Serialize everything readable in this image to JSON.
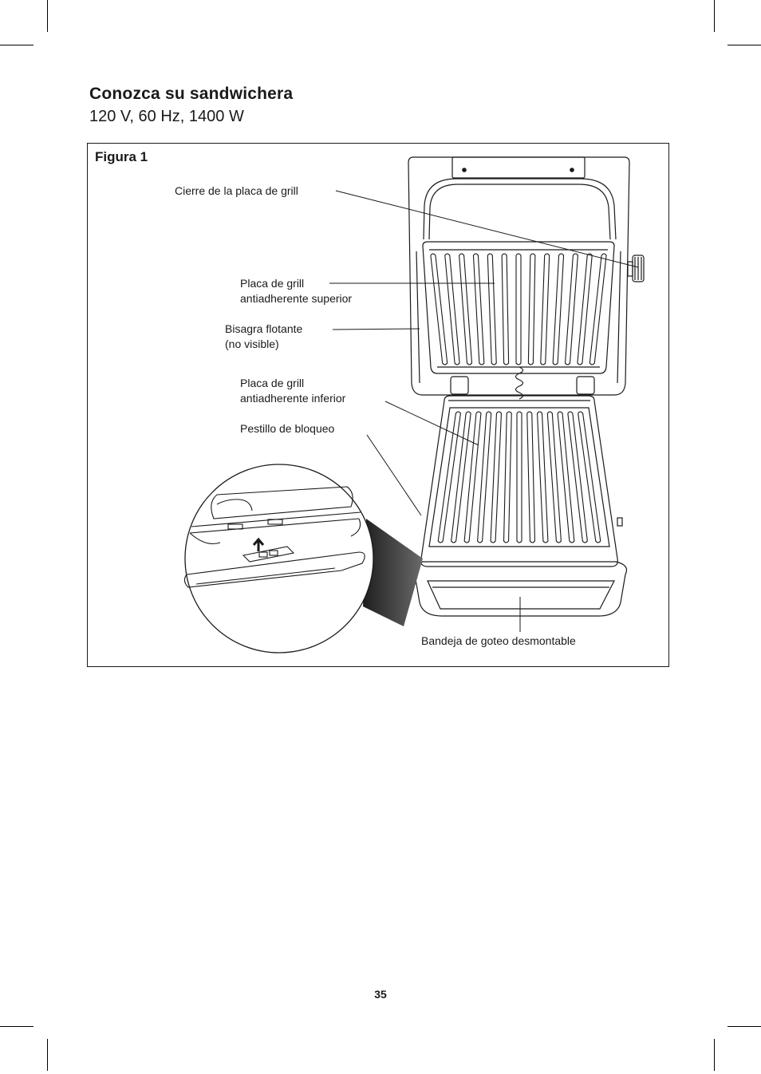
{
  "header": {
    "title": "Conozca su sandwichera",
    "subtitle": "120 V, 60 Hz, 1400 W"
  },
  "figure": {
    "title": "Figura 1",
    "callouts": {
      "plate_latch": "Cierre de la placa de grill",
      "upper_plate_line1": "Placa de grill",
      "upper_plate_line2": "antiadherente superior",
      "hinge_line1": "Bisagra flotante",
      "hinge_line2": "(no visible)",
      "lower_plate_line1": "Placa de grill",
      "lower_plate_line2": "antiadherente inferior",
      "lock_latch": "Pestillo de bloqueo",
      "drip_tray": "Bandeja de goteo desmontable"
    }
  },
  "footer": {
    "page_number": "35"
  }
}
